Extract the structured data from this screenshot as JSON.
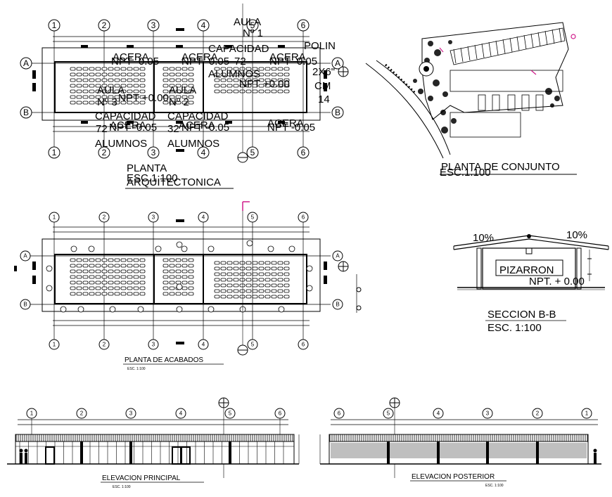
{
  "sheet": {
    "plan": {
      "title_lines": [
        "PLANTA",
        "ARQUITECTONICA"
      ],
      "scale": "ESC.1:100",
      "axes": [
        "1",
        "2",
        "3",
        "4",
        "5",
        "6"
      ],
      "rows": [
        "A",
        "B"
      ],
      "room_labels": [
        "AULA",
        "Nº 1",
        "CAPACIDAD",
        "72",
        "ALUMNOS",
        "POLIN",
        "2X6\"",
        "CM",
        "14",
        "ACERA",
        "NPT -0.05",
        "NPT +0.00",
        "AULA",
        "Nº 3",
        "CAPACIDAD",
        "72",
        "ALUMNOS",
        "AULA",
        "Nº 2",
        "CAPACIDAD",
        "32",
        "ALUMNOS"
      ]
    },
    "site": {
      "title": "PLANTA DE CONJUNTO",
      "scale": "ESC.1:100"
    },
    "finishes": {
      "title": "PLANTA DE ACABADOS",
      "scale": "ESC. 1:100"
    },
    "section": {
      "title": "SECCION B-B",
      "scale": "ESC. 1:100",
      "slope_left": "10%",
      "slope_right": "10%",
      "board": "PIZARRON",
      "level": "NPT. + 0.00"
    },
    "front": {
      "title": "ELEVACION PRINCIPAL",
      "scale": "ESC. 1:100",
      "axes": [
        "1",
        "2",
        "3",
        "4",
        "5",
        "6"
      ]
    },
    "rear": {
      "title": "ELEVACION POSTERIOR",
      "scale": "ESC. 1:100",
      "axes": [
        "6",
        "5",
        "4",
        "3",
        "2",
        "1"
      ]
    }
  }
}
